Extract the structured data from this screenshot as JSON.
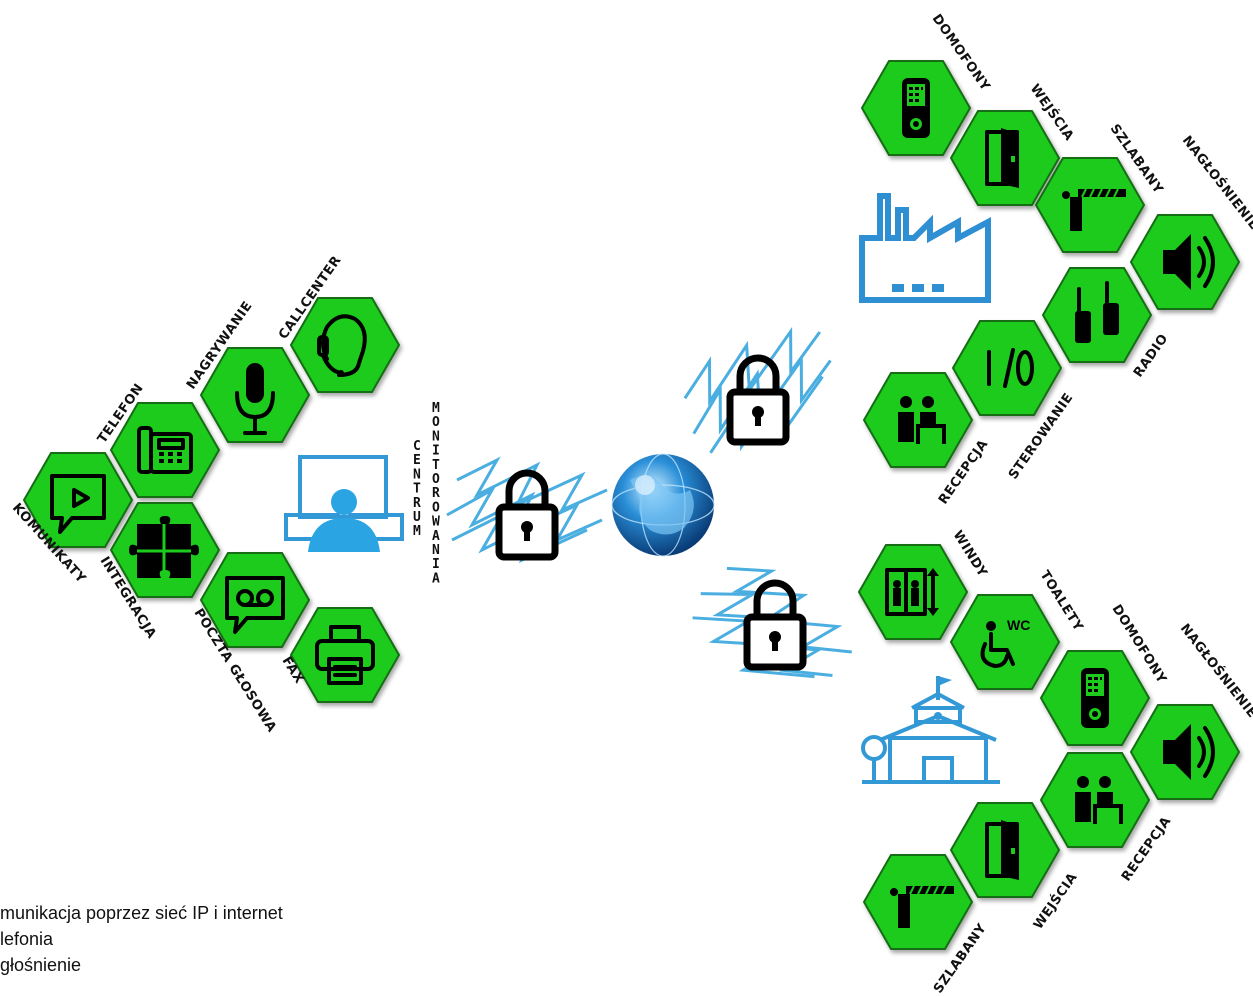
{
  "left_cluster": {
    "hexes": [
      {
        "label": "KOMUNIKATY",
        "icon": "video-message-icon"
      },
      {
        "label": "TELEFON",
        "icon": "desk-phone-icon"
      },
      {
        "label": "NAGRYWANIE",
        "icon": "microphone-icon"
      },
      {
        "label": "CALLCENTER",
        "icon": "headset-icon"
      },
      {
        "label": "INTEGRACJA",
        "icon": "puzzle-icon"
      },
      {
        "label": "POCZTA GŁOSOWA",
        "icon": "voicemail-icon"
      },
      {
        "label": "FAX",
        "icon": "printer-icon"
      }
    ]
  },
  "monitoring": {
    "line1": "CENTRUM",
    "line2": "MONITOROWANIA",
    "icon": "operator-monitor-icon"
  },
  "center": {
    "icon": "globe-icon",
    "lock_icon": "padlock-icon"
  },
  "factory_cluster": {
    "building_icon": "factory-icon",
    "hexes": [
      {
        "label": "DOMOFONY",
        "icon": "intercom-icon"
      },
      {
        "label": "WEJŚCIA",
        "icon": "door-icon"
      },
      {
        "label": "SZLABANY",
        "icon": "barrier-icon"
      },
      {
        "label": "NAGŁOŚNIENIE",
        "icon": "speaker-icon"
      },
      {
        "label": "RADIO",
        "icon": "radio-icon"
      },
      {
        "label": "STEROWANIE",
        "icon": "io-icon"
      },
      {
        "label": "RECEPCJA",
        "icon": "reception-icon"
      }
    ]
  },
  "school_cluster": {
    "building_icon": "school-icon",
    "hexes": [
      {
        "label": "WINDY",
        "icon": "elevator-icon"
      },
      {
        "label": "TOALETY",
        "icon": "wc-icon"
      },
      {
        "label": "DOMOFONY",
        "icon": "intercom-icon"
      },
      {
        "label": "NAGŁOŚNIENIE",
        "icon": "speaker-icon"
      },
      {
        "label": "RECEPCJA",
        "icon": "reception-icon"
      },
      {
        "label": "WEJŚCIA",
        "icon": "door-icon"
      },
      {
        "label": "SZLABANY",
        "icon": "barrier-icon"
      }
    ]
  },
  "legend": {
    "line1": "munikacja poprzez sieć IP i internet",
    "line2": "lefonia",
    "line3": "głośnienie"
  },
  "colors": {
    "hex_fill": "#1ccb1c",
    "hex_stroke": "#126d12",
    "blue": "#2f8fd3"
  }
}
